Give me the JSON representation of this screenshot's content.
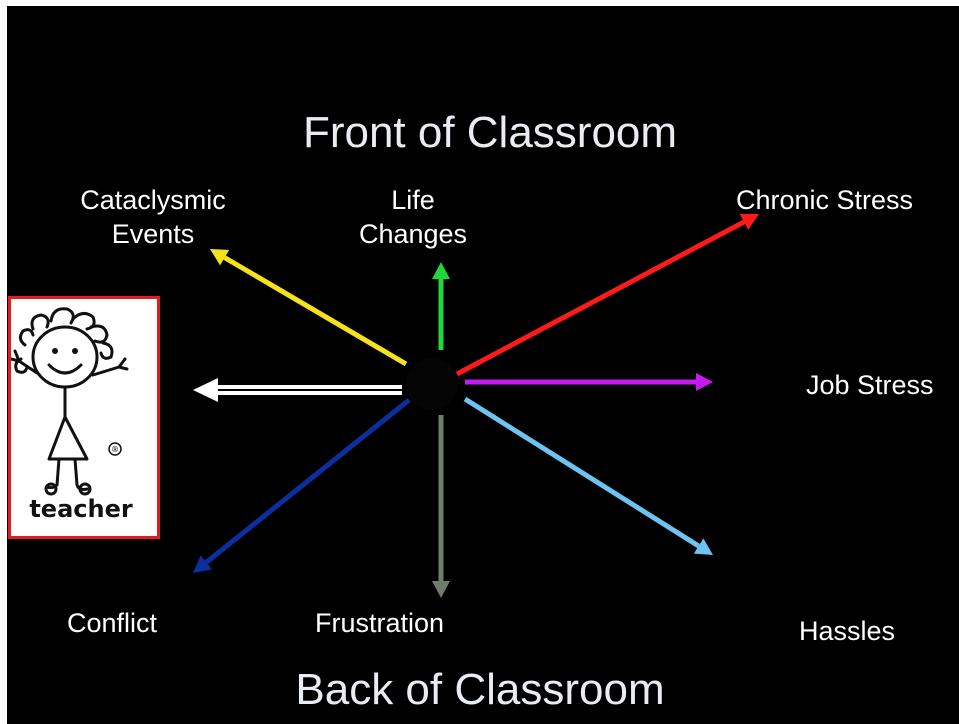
{
  "titles": {
    "front": "Front of Classroom",
    "back": "Back of Classroom"
  },
  "labels": {
    "cataclysmic_line1": "Cataclysmic",
    "cataclysmic_line2": "Events",
    "life_line1": "Life",
    "life_line2": "Changes",
    "chronic": "Chronic Stress",
    "job": "Job Stress",
    "hassles": "Hassles",
    "frustration": "Frustration",
    "conflict": "Conflict"
  },
  "teacher": {
    "caption": "teacher",
    "mark": "®"
  },
  "colors": {
    "background": "#000000",
    "title_text": "#e9edf2",
    "label_text": "#ffffff",
    "cataclysmic": "#f4e21a",
    "life_changes": "#22d63a",
    "chronic_stress": "#ff1a1a",
    "job_stress": "#c41bf2",
    "hassles": "#6ec3f0",
    "frustration": "#6d7f6b",
    "conflict": "#0c2fa0",
    "teacher_arrow": "#ffffff",
    "card_border": "#e21c22"
  }
}
